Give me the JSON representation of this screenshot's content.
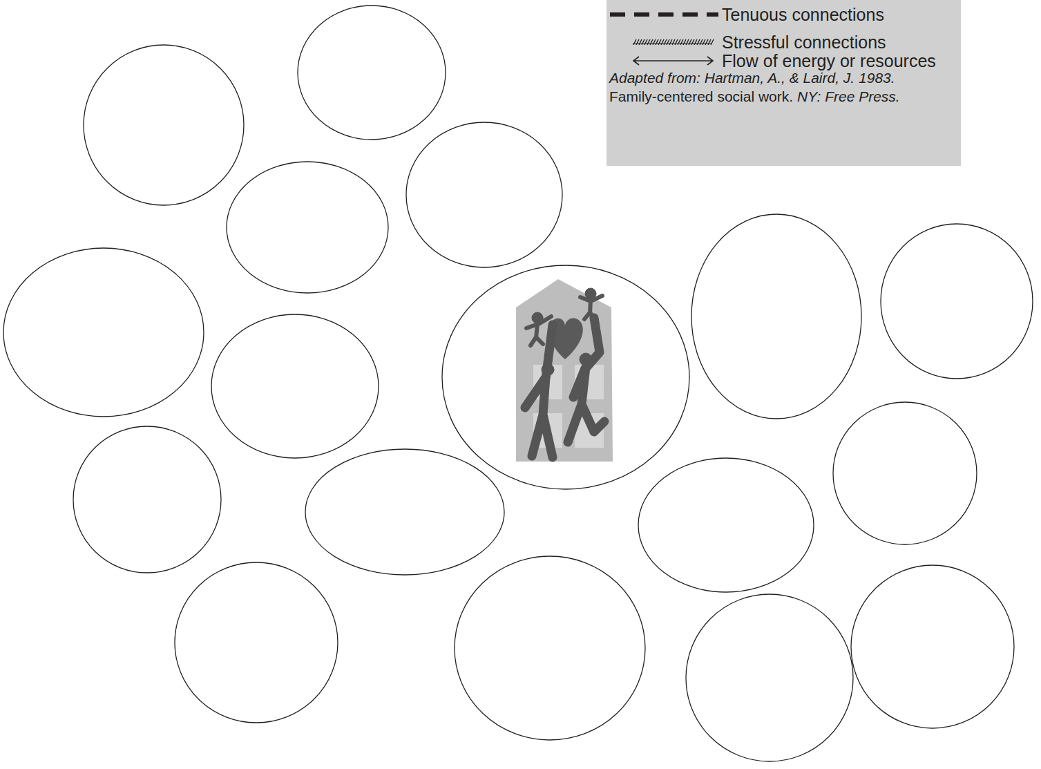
{
  "diagram": {
    "labels": [
      "Adapted from: Hartman, A., & Laird, J. 1983.",
      "Family-centered social work.",
      "NY: Free Press."
    ],
    "legend": [
      {
        "text": "Tenuous connections"
      },
      {
        "text": "Stressful connections"
      },
      {
        "text": "Flow of energy or resources"
      }
    ]
  }
}
